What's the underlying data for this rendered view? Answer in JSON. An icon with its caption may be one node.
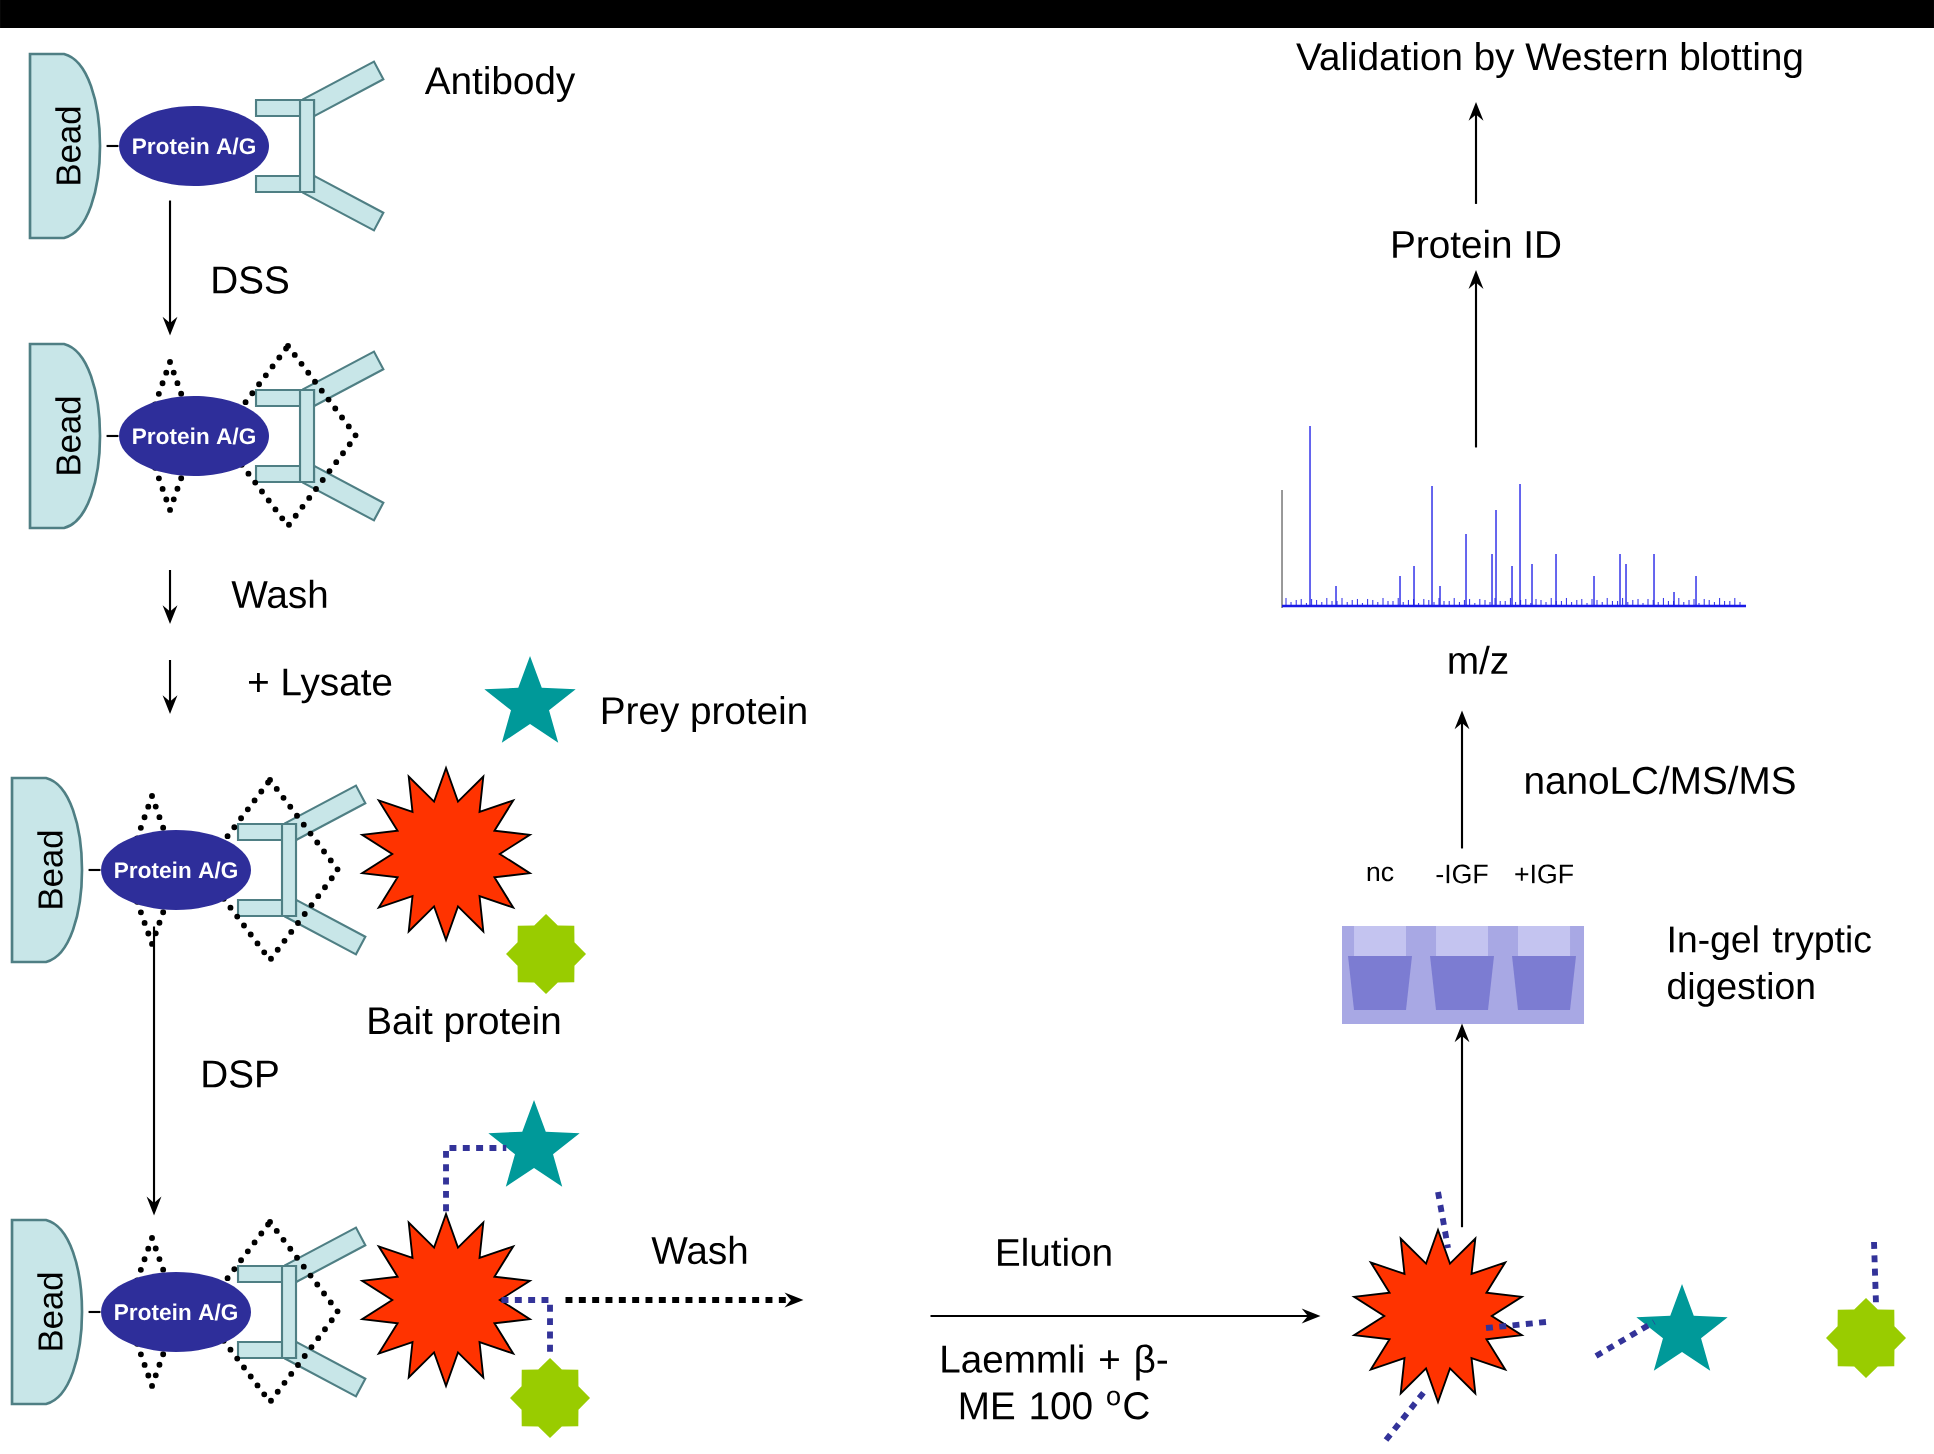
{
  "diagram": {
    "nodes": [
      {
        "text": [],
        "shape": "bar"
      },
      {
        "text": [
          "Bead"
        ]
      },
      {
        "text": [
          "Protein A/G"
        ]
      },
      {
        "text": [
          "Bead"
        ]
      },
      {
        "text": [
          "Protein A/G"
        ]
      },
      {
        "text": [],
        "shape": "star"
      },
      {
        "text": [
          "Bead"
        ]
      },
      {
        "text": [
          "Protein A/G"
        ]
      },
      {
        "text": [],
        "shape": "burst"
      },
      {
        "text": [],
        "shape": "octagon"
      },
      {
        "text": [],
        "shape": "star"
      },
      {
        "text": [
          "Bead"
        ]
      },
      {
        "text": [
          "Protein A/G"
        ]
      },
      {
        "text": [],
        "shape": "burst"
      },
      {
        "text": [],
        "shape": "octagon"
      },
      {
        "text": [],
        "shape": "burst"
      },
      {
        "text": [],
        "shape": "star"
      },
      {
        "text": [],
        "shape": "octagon"
      },
      {
        "text": [],
        "shape": "picture",
        "beside": [
          "nc",
          "-IGF",
          "+IGF",
          "In-gel tryptic digestion"
        ]
      },
      {
        "text": [],
        "shape": "picture",
        "beside": [
          "m/z"
        ]
      },
      {
        "text": [
          "Protein ID"
        ]
      },
      {
        "text": [
          "Validation by Western blotting"
        ]
      }
    ],
    "edges": [
      {
        "from": 1,
        "to": 2,
        "arrow": "none"
      },
      {
        "from": 2,
        "to": 4,
        "arrow": "to",
        "label": "DSS"
      },
      {
        "from": 3,
        "to": 4,
        "arrow": "none"
      },
      {
        "from": 6,
        "to": 7,
        "arrow": "none"
      },
      {
        "from": 7,
        "to": 12,
        "arrow": "to",
        "label": "DSP"
      },
      {
        "from": 11,
        "to": 12,
        "arrow": "none"
      },
      {
        "from": 13,
        "to": 10,
        "arrow": "none",
        "style": "dashed",
        "color": "#333399"
      },
      {
        "from": 13,
        "to": 14,
        "arrow": "none",
        "style": "dashed",
        "color": "#333399"
      },
      {
        "from": 13,
        "to": null,
        "arrow": "to",
        "style": "dashed",
        "label": "Wash"
      },
      {
        "from": null,
        "to": 15,
        "arrow": "to",
        "label": "Elution"
      },
      {
        "from": 15,
        "to": 18,
        "arrow": "to"
      },
      {
        "from": 18,
        "to": 19,
        "arrow": "to",
        "label": "nanoLC/MS/MS"
      },
      {
        "from": 19,
        "to": 20,
        "arrow": "to"
      },
      {
        "from": 20,
        "to": 21,
        "arrow": "to"
      }
    ],
    "labels": [
      "Antibody",
      "Wash",
      "+ Lysate",
      "Prey protein",
      "Bait protein",
      "Laemmli + β-ME 100 $^{o}$C"
    ]
  }
}
